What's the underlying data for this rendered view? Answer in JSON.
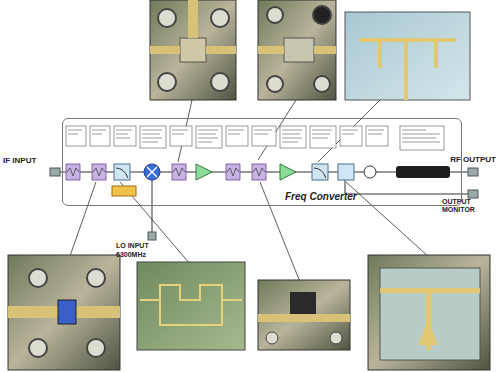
{
  "diagram": {
    "nodes": [
      {
        "text": [
          "Freq Converter"
        ]
      }
    ],
    "labels": [
      "IF INPUT",
      "RF OUTPUT",
      "OUTPUT MONITOR",
      "LO INPUT",
      "6300MHz"
    ]
  }
}
